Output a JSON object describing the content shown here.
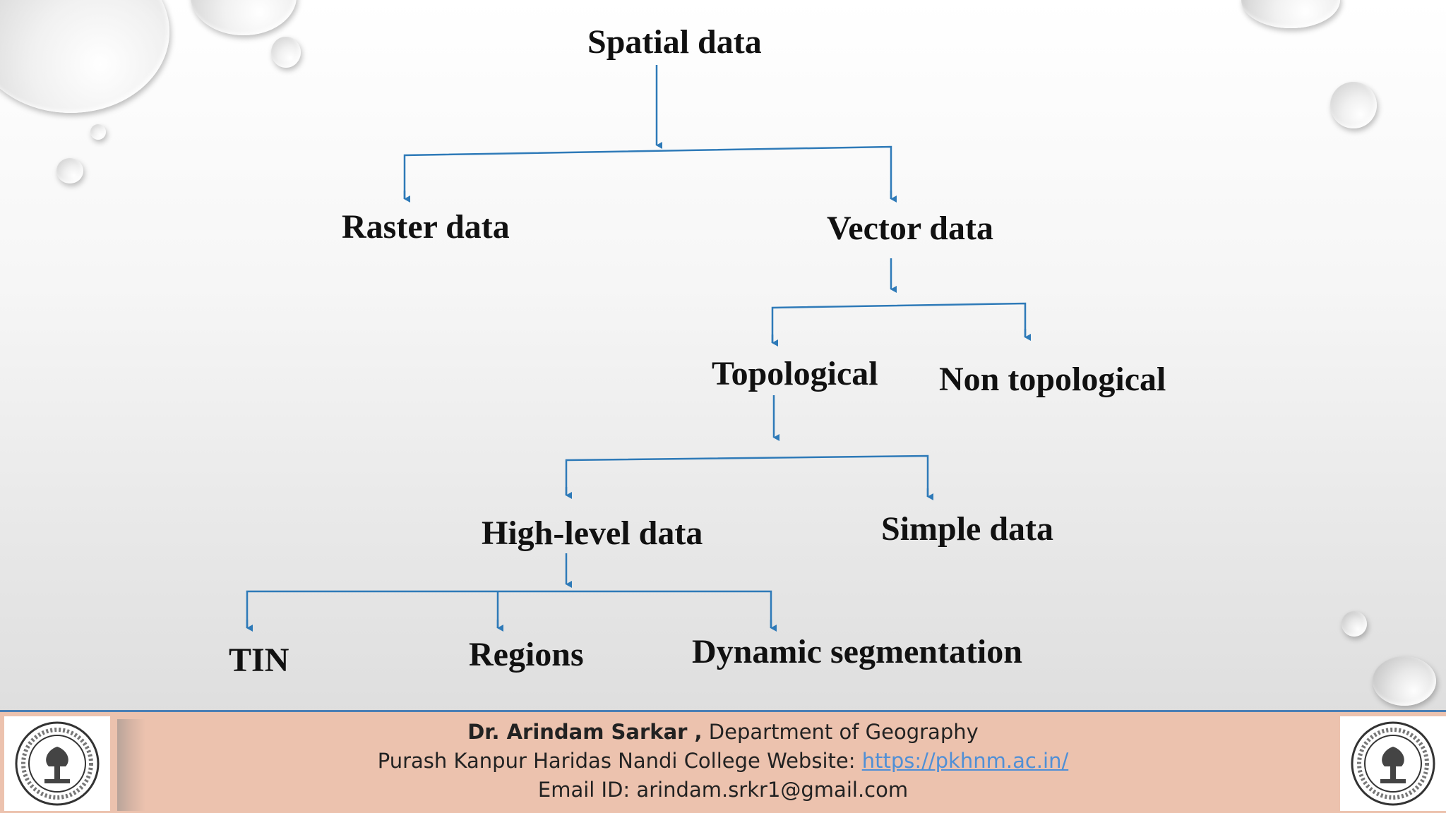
{
  "diagram": {
    "root": "Spatial data",
    "level1": [
      "Raster data",
      "Vector data"
    ],
    "level2": [
      "Topological",
      "Non topological"
    ],
    "level3": [
      "High-level data",
      "Simple data"
    ],
    "level4": [
      "TIN",
      "Regions",
      "Dynamic segmentation"
    ]
  },
  "footer": {
    "name": "Dr. Arindam Sarkar ,",
    "department": " Department of Geography",
    "college": "Purash Kanpur Haridas Nandi College Website: ",
    "website": "https://pkhnm.ac.in/",
    "email": "Email ID: arindam.srkr1@gmail.com"
  },
  "colors": {
    "connector": "#2e7ab8",
    "footer_bg": "#ecc2ae",
    "link": "#4f8fd6"
  }
}
